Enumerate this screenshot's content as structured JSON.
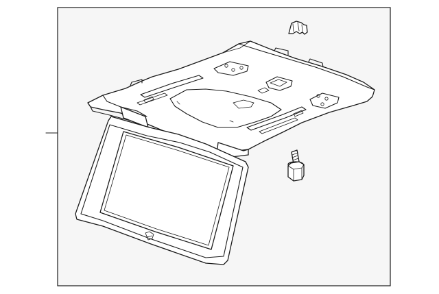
{
  "diagram": {
    "description_parts": [
      {
        "id": "clip",
        "icon": "retainer-clip-icon"
      },
      {
        "id": "overhead-console-bracket",
        "icon": "mounting-bracket-icon"
      },
      {
        "id": "display-screen",
        "icon": "display-screen-icon"
      },
      {
        "id": "bolt",
        "icon": "bolt-icon"
      }
    ],
    "colors": {
      "background": "#ffffff",
      "frame_fill": "#f6f6f6",
      "line": "#1a1a1a"
    }
  }
}
